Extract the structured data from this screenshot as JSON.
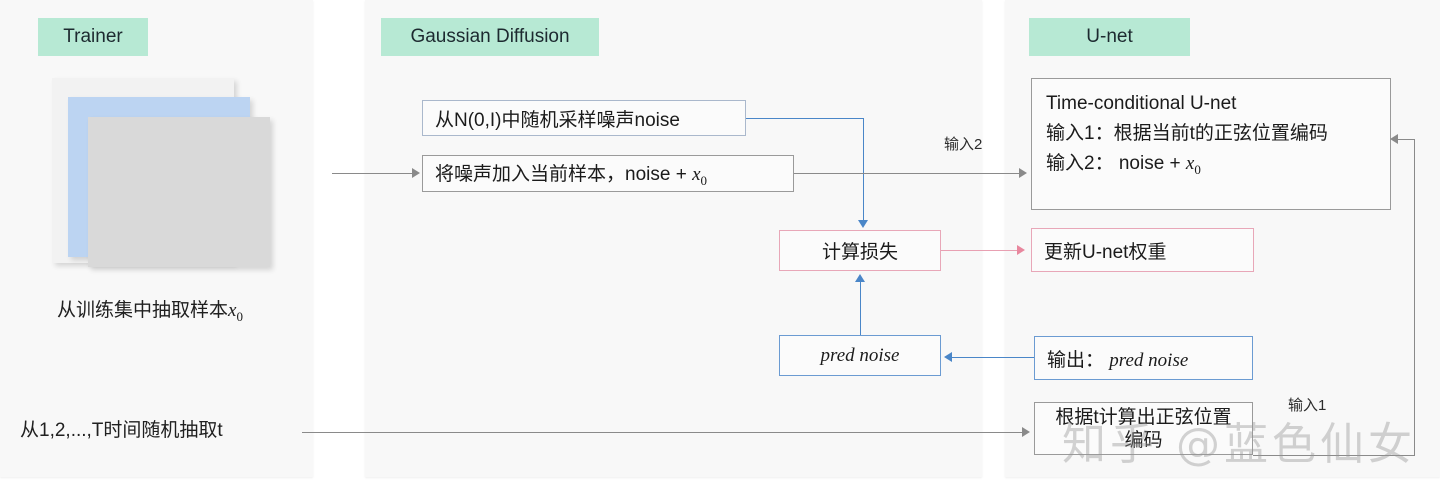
{
  "panels": {
    "trainer": {
      "title": "Trainer"
    },
    "gaussian": {
      "title": "Gaussian Diffusion"
    },
    "unet": {
      "title": "U-net"
    }
  },
  "trainer": {
    "sample_label": "从训练集中抽取样本",
    "sample_var": "x",
    "sample_sub": "0",
    "timestep_label": "从1,2,...,T时间随机抽取t"
  },
  "gaussian": {
    "sample_noise_box": "从N(0,I)中随机采样噪声noise",
    "add_noise_box_prefix": "将噪声加入当前样本，noise + ",
    "add_noise_var": "x",
    "add_noise_sub": "0",
    "loss_box": "计算损失",
    "pred_noise_box": "pred noise"
  },
  "unet": {
    "title_line": "Time-conditional U-net",
    "input1_line": "输入1：根据当前t的正弦位置编码",
    "input2_prefix": "输入2： noise + ",
    "input2_var": "x",
    "input2_sub": "0",
    "update_weights_box": "更新U-net权重",
    "output_box_prefix": "输出：",
    "output_box_value": "pred noise",
    "sinusoid_box": "根据t计算出正弦位置编码"
  },
  "edges": {
    "input2_label": "输入2",
    "input1_label": "输入1"
  },
  "watermark": "知乎 @蓝色仙女",
  "colors": {
    "panel_bg": "#f8f8f8",
    "chip_bg": "#b7e9d4",
    "blue_stroke": "#4a86c8",
    "pink_stroke": "#e8a0b2",
    "gray_stroke": "#8a8a8a",
    "card_back": "#f2f2f2",
    "card_middle": "#bcd4f2",
    "card_front": "#d9d9d9"
  }
}
